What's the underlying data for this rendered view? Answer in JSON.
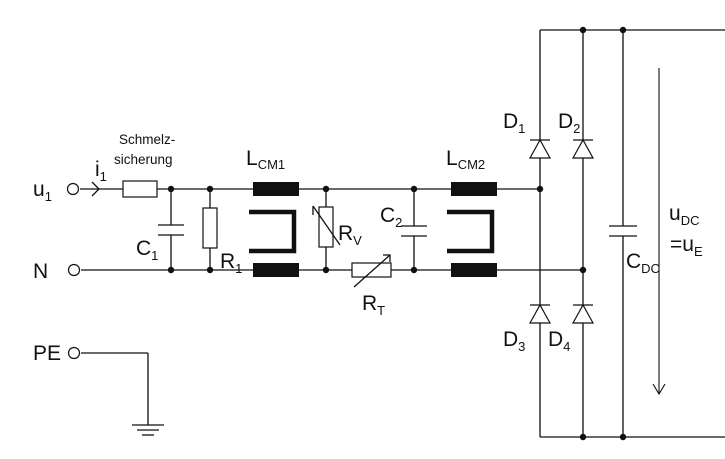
{
  "labels": {
    "u1": {
      "main": "u",
      "sub": "1"
    },
    "N": "N",
    "PE": "PE",
    "i1": {
      "main": "i",
      "sub": "1"
    },
    "fuse_line1": "Schmelz-",
    "fuse_line2": "sicherung",
    "C1": {
      "main": "C",
      "sub": "1"
    },
    "R1": {
      "main": "R",
      "sub": "1"
    },
    "LCM1": {
      "main": "L",
      "sub": "CM1"
    },
    "RV": {
      "main": "R",
      "sub": "V"
    },
    "RT": {
      "main": "R",
      "sub": "T"
    },
    "C2": {
      "main": "C",
      "sub": "2"
    },
    "LCM2": {
      "main": "L",
      "sub": "CM2"
    },
    "D1": {
      "main": "D",
      "sub": "1"
    },
    "D2": {
      "main": "D",
      "sub": "2"
    },
    "D3": {
      "main": "D",
      "sub": "3"
    },
    "D4": {
      "main": "D",
      "sub": "4"
    },
    "CDC": {
      "main": "C",
      "sub": "DC"
    },
    "uDC": {
      "main": "u",
      "sub": "DC"
    },
    "uE": {
      "prefix": "=u",
      "sub": "E"
    }
  }
}
